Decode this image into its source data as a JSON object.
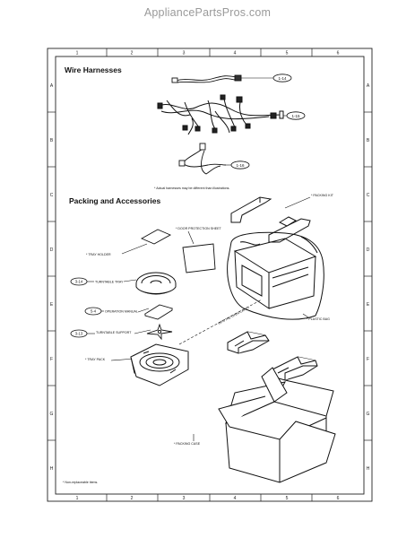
{
  "site": {
    "watermark": "AppliancePartsPros.com"
  },
  "frame": {
    "columns": [
      "1",
      "2",
      "3",
      "4",
      "5",
      "6"
    ],
    "rows": [
      "A",
      "B",
      "C",
      "D",
      "E",
      "F",
      "G",
      "H"
    ]
  },
  "sections": {
    "wire_harnesses": {
      "title": "Wire Harnesses",
      "refs": [
        "1-14",
        "1-15",
        "1-16"
      ],
      "note": "* Actual harnesses may be different than illustrations."
    },
    "packing": {
      "title": "Packing and Accessories",
      "labels": {
        "packing_kit": "* PACKING KIT",
        "door_protection_sheet": "* DOOR PROTECTION SHEET",
        "tray_holder": "* TRAY HOLDER",
        "turntable_tray": "TURNTABLE TRAY",
        "operation_manual": "OPERATION MANUAL",
        "turntable_support": "TURNTABLE SUPPORT",
        "tray_pack": "* TRAY PACK",
        "plastic_bag": "* PLASTIC BAG",
        "into_oven": "INTO THE OVEN CAVITY",
        "packing_case": "* PACKING CASE"
      },
      "refs": {
        "turntable_tray": "3-14",
        "operation_manual": "5-4",
        "turntable_support": "3-13"
      }
    },
    "footnote": "* Non-replaceable items."
  }
}
